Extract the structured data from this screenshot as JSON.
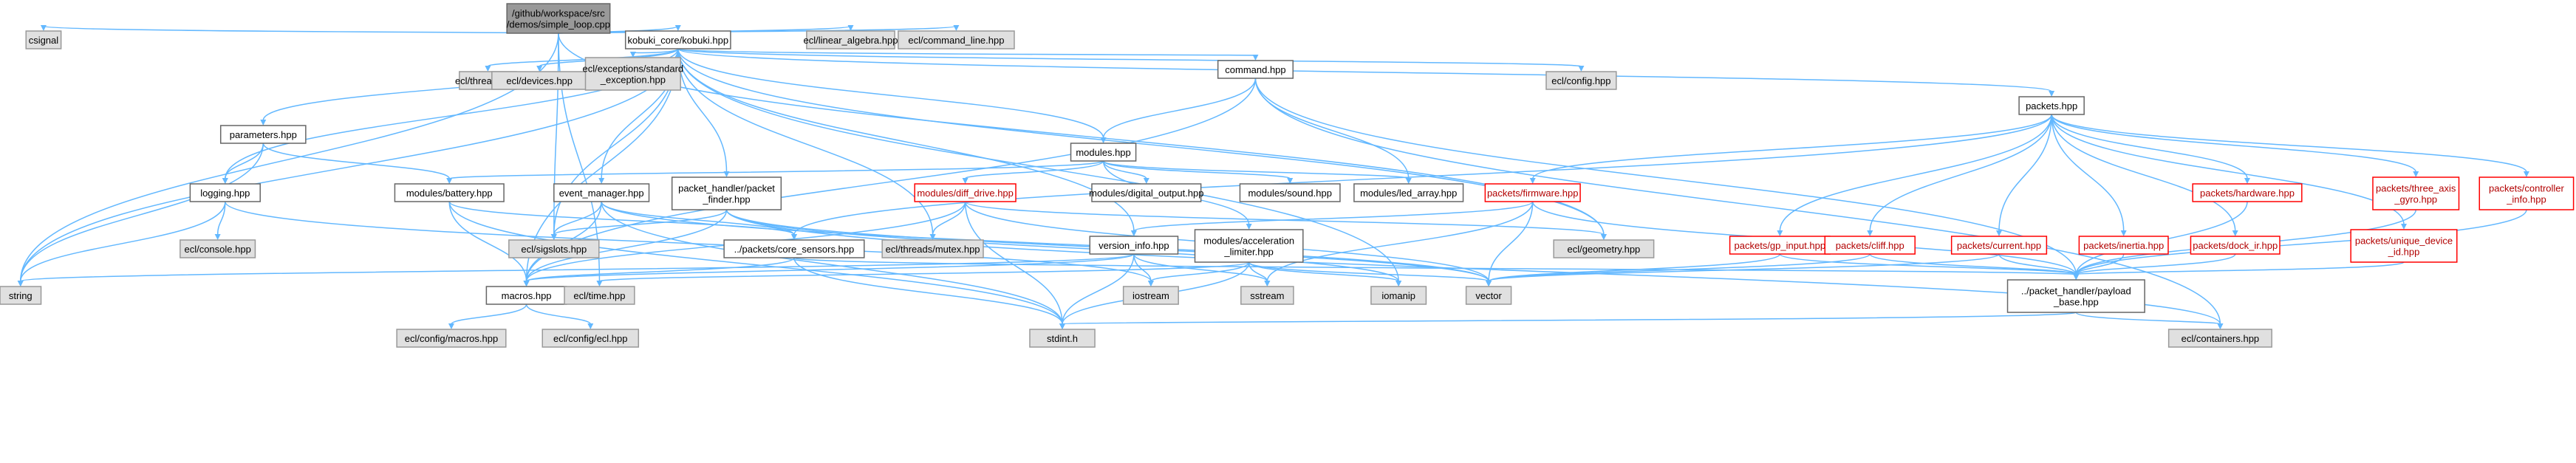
{
  "colors": {
    "edge": "#63b8ff",
    "root_fill": "#999999",
    "system_fill": "#e0e0e0",
    "local_stroke": "#666666",
    "incomplete_stroke": "#ff0000",
    "incomplete_text": "#b20000"
  },
  "nodes": [
    {
      "id": "root",
      "kind": "root",
      "label": [
        "/github/workspace/src",
        "/demos/simple_loop.cpp"
      ]
    },
    {
      "id": "csignal",
      "kind": "gray",
      "label": [
        "csignal"
      ]
    },
    {
      "id": "kobuki",
      "kind": "white",
      "label": [
        "kobuki_core/kobuki.hpp"
      ]
    },
    {
      "id": "linalg",
      "kind": "gray",
      "label": [
        "ecl/linear_algebra.hpp"
      ]
    },
    {
      "id": "cmdline",
      "kind": "gray",
      "label": [
        "ecl/command_line.hpp"
      ]
    },
    {
      "id": "threads",
      "kind": "gray",
      "label": [
        "ecl/threads.hpp"
      ]
    },
    {
      "id": "devices",
      "kind": "gray",
      "label": [
        "ecl/devices.hpp"
      ]
    },
    {
      "id": "exceptions",
      "kind": "gray",
      "label": [
        "ecl/exceptions/standard",
        "_exception.hpp"
      ]
    },
    {
      "id": "command",
      "kind": "white",
      "label": [
        "command.hpp"
      ]
    },
    {
      "id": "config",
      "kind": "gray",
      "label": [
        "ecl/config.hpp"
      ]
    },
    {
      "id": "parameters",
      "kind": "white",
      "label": [
        "parameters.hpp"
      ]
    },
    {
      "id": "packets",
      "kind": "white",
      "label": [
        "packets.hpp"
      ]
    },
    {
      "id": "modules",
      "kind": "white",
      "label": [
        "modules.hpp"
      ]
    },
    {
      "id": "logging",
      "kind": "white",
      "label": [
        "logging.hpp"
      ]
    },
    {
      "id": "battery",
      "kind": "white",
      "label": [
        "modules/battery.hpp"
      ]
    },
    {
      "id": "eventmgr",
      "kind": "white",
      "label": [
        "event_manager.hpp"
      ]
    },
    {
      "id": "pktfinder",
      "kind": "white",
      "label": [
        "packet_handler/packet",
        "_finder.hpp"
      ]
    },
    {
      "id": "diffdrive",
      "kind": "red",
      "label": [
        "modules/diff_drive.hpp"
      ]
    },
    {
      "id": "digout",
      "kind": "white",
      "label": [
        "modules/digital_output.hpp"
      ]
    },
    {
      "id": "sound",
      "kind": "white",
      "label": [
        "modules/sound.hpp"
      ]
    },
    {
      "id": "ledarray",
      "kind": "white",
      "label": [
        "modules/led_array.hpp"
      ]
    },
    {
      "id": "firmware",
      "kind": "red",
      "label": [
        "packets/firmware.hpp"
      ]
    },
    {
      "id": "hardware",
      "kind": "red",
      "label": [
        "packets/hardware.hpp"
      ]
    },
    {
      "id": "threeaxis",
      "kind": "red",
      "label": [
        "packets/three_axis",
        "_gyro.hpp"
      ]
    },
    {
      "id": "controller",
      "kind": "red",
      "label": [
        "packets/controller",
        "_info.hpp"
      ]
    },
    {
      "id": "console",
      "kind": "gray",
      "label": [
        "ecl/console.hpp"
      ]
    },
    {
      "id": "sigslots",
      "kind": "gray",
      "label": [
        "ecl/sigslots.hpp"
      ]
    },
    {
      "id": "coresensors",
      "kind": "white",
      "label": [
        "../packets/core_sensors.hpp"
      ]
    },
    {
      "id": "mutex",
      "kind": "gray",
      "label": [
        "ecl/threads/mutex.hpp"
      ]
    },
    {
      "id": "versioninfo",
      "kind": "white",
      "label": [
        "version_info.hpp"
      ]
    },
    {
      "id": "accel",
      "kind": "white",
      "label": [
        "modules/acceleration",
        "_limiter.hpp"
      ]
    },
    {
      "id": "geometry",
      "kind": "gray",
      "label": [
        "ecl/geometry.hpp"
      ]
    },
    {
      "id": "gpinput",
      "kind": "red",
      "label": [
        "packets/gp_input.hpp"
      ]
    },
    {
      "id": "cliff",
      "kind": "red",
      "label": [
        "packets/cliff.hpp"
      ]
    },
    {
      "id": "current",
      "kind": "red",
      "label": [
        "packets/current.hpp"
      ]
    },
    {
      "id": "inertia",
      "kind": "red",
      "label": [
        "packets/inertia.hpp"
      ]
    },
    {
      "id": "dockir",
      "kind": "red",
      "label": [
        "packets/dock_ir.hpp"
      ]
    },
    {
      "id": "uniqueid",
      "kind": "red",
      "label": [
        "packets/unique_device",
        "_id.hpp"
      ]
    },
    {
      "id": "string",
      "kind": "gray",
      "label": [
        "string"
      ]
    },
    {
      "id": "macros",
      "kind": "white",
      "label": [
        "macros.hpp"
      ]
    },
    {
      "id": "ecltime",
      "kind": "gray",
      "label": [
        "ecl/time.hpp"
      ]
    },
    {
      "id": "iostream",
      "kind": "gray",
      "label": [
        "iostream"
      ]
    },
    {
      "id": "sstream",
      "kind": "gray",
      "label": [
        "sstream"
      ]
    },
    {
      "id": "iomanip",
      "kind": "gray",
      "label": [
        "iomanip"
      ]
    },
    {
      "id": "vector",
      "kind": "gray",
      "label": [
        "vector"
      ]
    },
    {
      "id": "payload",
      "kind": "white",
      "label": [
        "../packet_handler/payload",
        "_base.hpp"
      ]
    },
    {
      "id": "cfgmacros",
      "kind": "gray",
      "label": [
        "ecl/config/macros.hpp"
      ]
    },
    {
      "id": "cfgecl",
      "kind": "gray",
      "label": [
        "ecl/config/ecl.hpp"
      ]
    },
    {
      "id": "stdint",
      "kind": "gray",
      "label": [
        "stdint.h"
      ]
    },
    {
      "id": "containers",
      "kind": "gray",
      "label": [
        "ecl/containers.hpp"
      ]
    }
  ],
  "edges": [
    [
      "root",
      "csignal"
    ],
    [
      "root",
      "kobuki"
    ],
    [
      "root",
      "linalg"
    ],
    [
      "root",
      "cmdline"
    ],
    [
      "root",
      "string"
    ],
    [
      "root",
      "ecltime"
    ],
    [
      "root",
      "sigslots"
    ],
    [
      "root",
      "geometry"
    ],
    [
      "kobuki",
      "threads"
    ],
    [
      "kobuki",
      "devices"
    ],
    [
      "kobuki",
      "exceptions"
    ],
    [
      "kobuki",
      "command"
    ],
    [
      "kobuki",
      "config"
    ],
    [
      "kobuki",
      "parameters"
    ],
    [
      "kobuki",
      "packets"
    ],
    [
      "kobuki",
      "modules"
    ],
    [
      "kobuki",
      "logging"
    ],
    [
      "kobuki",
      "eventmgr"
    ],
    [
      "kobuki",
      "pktfinder"
    ],
    [
      "kobuki",
      "string"
    ],
    [
      "kobuki",
      "macros"
    ],
    [
      "kobuki",
      "sigslots"
    ],
    [
      "kobuki",
      "mutex"
    ],
    [
      "kobuki",
      "versioninfo"
    ],
    [
      "kobuki",
      "geometry"
    ],
    [
      "kobuki",
      "iomanip"
    ],
    [
      "command",
      "modules"
    ],
    [
      "command",
      "ledarray"
    ],
    [
      "command",
      "payload"
    ],
    [
      "command",
      "macros"
    ],
    [
      "command",
      "containers"
    ],
    [
      "parameters",
      "battery"
    ],
    [
      "parameters",
      "logging"
    ],
    [
      "parameters",
      "string"
    ],
    [
      "packets",
      "firmware"
    ],
    [
      "packets",
      "hardware"
    ],
    [
      "packets",
      "threeaxis"
    ],
    [
      "packets",
      "controller"
    ],
    [
      "packets",
      "coresensors"
    ],
    [
      "packets",
      "gpinput"
    ],
    [
      "packets",
      "cliff"
    ],
    [
      "packets",
      "current"
    ],
    [
      "packets",
      "inertia"
    ],
    [
      "packets",
      "dockir"
    ],
    [
      "packets",
      "uniqueid"
    ],
    [
      "modules",
      "battery"
    ],
    [
      "modules",
      "diffdrive"
    ],
    [
      "modules",
      "digout"
    ],
    [
      "modules",
      "sound"
    ],
    [
      "modules",
      "ledarray"
    ],
    [
      "modules",
      "accel"
    ],
    [
      "logging",
      "console"
    ],
    [
      "logging",
      "string"
    ],
    [
      "logging",
      "iostream"
    ],
    [
      "battery",
      "coresensors"
    ],
    [
      "battery",
      "macros"
    ],
    [
      "battery",
      "stdint"
    ],
    [
      "eventmgr",
      "sigslots"
    ],
    [
      "eventmgr",
      "coresensors"
    ],
    [
      "eventmgr",
      "macros"
    ],
    [
      "eventmgr",
      "stdint"
    ],
    [
      "eventmgr",
      "vector"
    ],
    [
      "pktfinder",
      "sigslots"
    ],
    [
      "pktfinder",
      "macros"
    ],
    [
      "pktfinder",
      "vector"
    ],
    [
      "pktfinder",
      "iomanip"
    ],
    [
      "pktfinder",
      "containers"
    ],
    [
      "diffdrive",
      "mutex"
    ],
    [
      "diffdrive",
      "geometry"
    ],
    [
      "diffdrive",
      "macros"
    ],
    [
      "diffdrive",
      "stdint"
    ],
    [
      "diffdrive",
      "vector"
    ],
    [
      "firmware",
      "versioninfo"
    ],
    [
      "firmware",
      "payload"
    ],
    [
      "firmware",
      "vector"
    ],
    [
      "firmware",
      "sstream"
    ],
    [
      "coresensors",
      "macros"
    ],
    [
      "coresensors",
      "payload"
    ],
    [
      "coresensors",
      "stdint"
    ],
    [
      "versioninfo",
      "string"
    ],
    [
      "versioninfo",
      "iostream"
    ],
    [
      "versioninfo",
      "sstream"
    ],
    [
      "versioninfo",
      "stdint"
    ],
    [
      "versioninfo",
      "macros"
    ],
    [
      "accel",
      "ecltime"
    ],
    [
      "accel",
      "iostream"
    ],
    [
      "accel",
      "sstream"
    ],
    [
      "accel",
      "iomanip"
    ],
    [
      "accel",
      "vector"
    ],
    [
      "accel",
      "stdint"
    ],
    [
      "gpinput",
      "payload"
    ],
    [
      "gpinput",
      "vector"
    ],
    [
      "cliff",
      "payload"
    ],
    [
      "cliff",
      "vector"
    ],
    [
      "current",
      "payload"
    ],
    [
      "current",
      "vector"
    ],
    [
      "inertia",
      "payload"
    ],
    [
      "dockir",
      "payload"
    ],
    [
      "uniqueid",
      "payload"
    ],
    [
      "hardware",
      "payload"
    ],
    [
      "threeaxis",
      "payload"
    ],
    [
      "controller",
      "payload"
    ],
    [
      "macros",
      "cfgmacros"
    ],
    [
      "macros",
      "cfgecl"
    ],
    [
      "payload",
      "stdint"
    ],
    [
      "payload",
      "containers"
    ]
  ]
}
